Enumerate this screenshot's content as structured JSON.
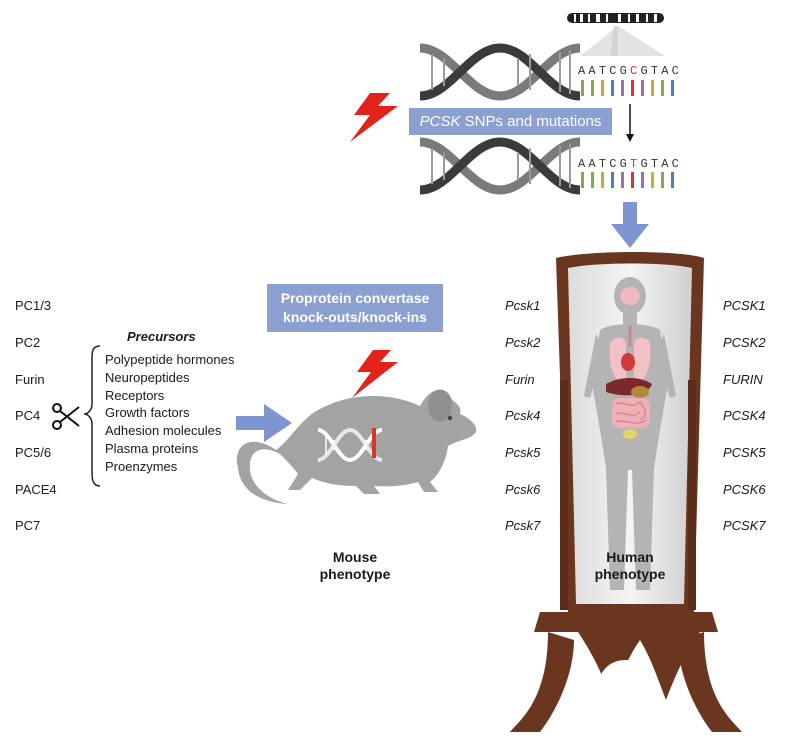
{
  "colors": {
    "accent_box": "#8c9fd1",
    "arrow_blue": "#7f95cf",
    "lightning_red": "#e2231a",
    "mirror_wood": "#6b3620",
    "mouse_gray": "#a3a3a3",
    "human_gray": "#b4b4b4"
  },
  "dna": {
    "top_sequence": [
      "A",
      "A",
      "T",
      "C",
      "G",
      "C",
      "G",
      "T",
      "A",
      "C"
    ],
    "bottom_sequence": [
      "A",
      "A",
      "T",
      "C",
      "G",
      "T",
      "G",
      "T",
      "A",
      "C"
    ],
    "mutation_index": 5,
    "label_italic": "PCSK",
    "label_rest": " SNPs and mutations"
  },
  "enzymes": [
    "PC1/3",
    "PC2",
    "Furin",
    "PC4",
    "PC5/6",
    "PACE4",
    "PC7"
  ],
  "precursors": {
    "title": "Precursors",
    "items": [
      "Polypeptide hormones",
      "Neuropeptides",
      "Receptors",
      "Growth factors",
      "Adhesion molecules",
      "Plasma proteins",
      "Proenzymes"
    ]
  },
  "knockout_box": {
    "line1": "Proprotein convertase",
    "line2": "knock-outs/knock-ins"
  },
  "mouse_genes": [
    "Pcsk1",
    "Pcsk2",
    "Furin",
    "Pcsk4",
    "Pcsk5",
    "Pcsk6",
    "Pcsk7"
  ],
  "human_genes": [
    "PCSK1",
    "PCSK2",
    "FURIN",
    "PCSK4",
    "PCSK5",
    "PCSK6",
    "PCSK7"
  ],
  "mouse_phenotype": {
    "line1": "Mouse",
    "line2": "phenotype"
  },
  "human_phenotype": {
    "line1": "Human",
    "line2": "phenotype"
  },
  "icons": [
    "chromosome-icon",
    "dna-helix-icon",
    "lightning-icon",
    "scissors-icon",
    "mouse-icon",
    "mirror-icon",
    "human-body-icon",
    "arrow-icon"
  ]
}
